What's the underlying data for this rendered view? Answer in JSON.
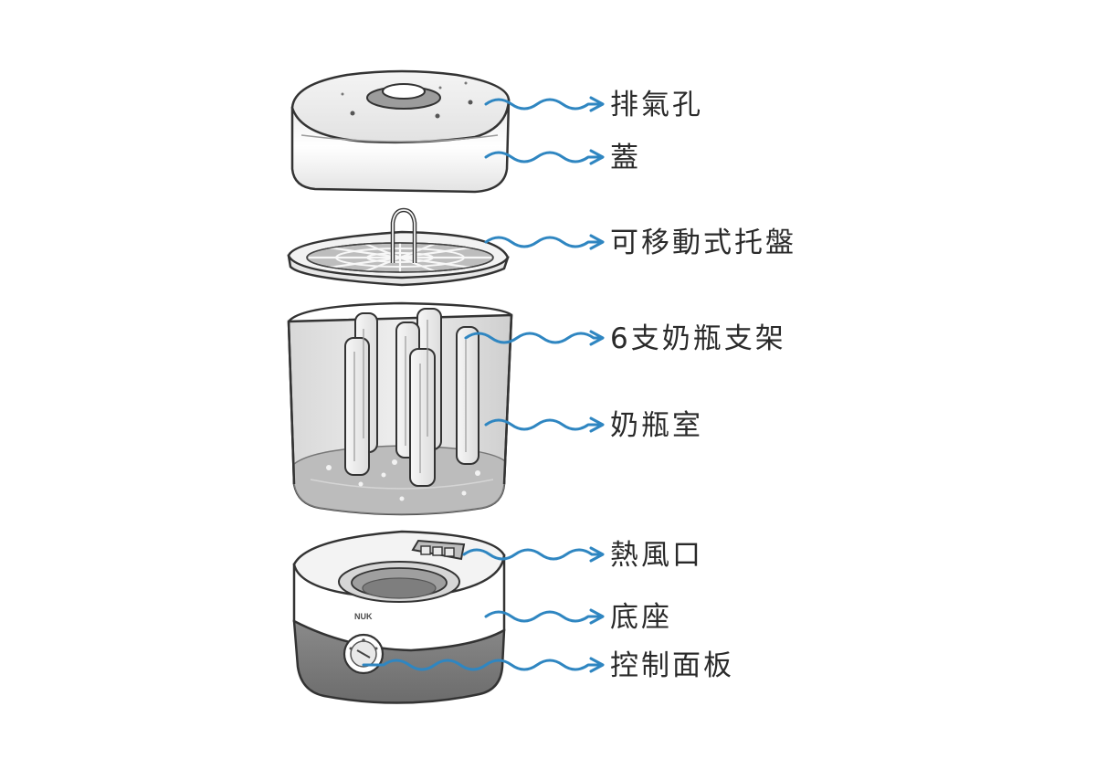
{
  "brand": "NUK",
  "colors": {
    "arrow": "#2f86c1",
    "outline": "#333333",
    "water": "#bfbfbf",
    "base_dark": "#7b7b7b"
  },
  "labels": [
    {
      "id": "vent-hole",
      "text": "排氣孔"
    },
    {
      "id": "lid",
      "text": "蓋"
    },
    {
      "id": "removable-tray",
      "text": "可移動式托盤"
    },
    {
      "id": "bottle-holders",
      "text": "6支奶瓶支架"
    },
    {
      "id": "bottle-chamber",
      "text": "奶瓶室"
    },
    {
      "id": "hot-air-outlet",
      "text": "熱風口"
    },
    {
      "id": "base",
      "text": "底座"
    },
    {
      "id": "control-panel",
      "text": "控制面板"
    }
  ]
}
